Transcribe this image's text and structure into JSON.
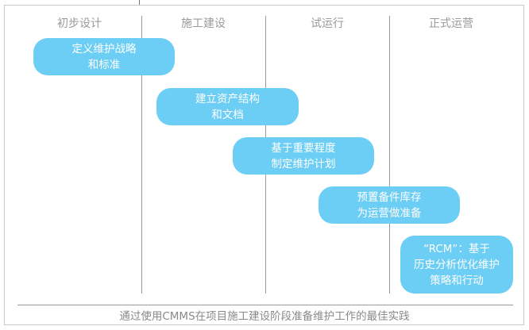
{
  "phases": [
    "初步设计",
    "施工建设",
    "试运行",
    "正式运营"
  ],
  "tasks": [
    {
      "lines": [
        "定义维护战略",
        "和标准"
      ]
    },
    {
      "lines": [
        "建立资产结构",
        "和文档"
      ]
    },
    {
      "lines": [
        "基于重要程度",
        "制定维护计划"
      ]
    },
    {
      "lines": [
        "预置备件库存",
        "为运营做准备"
      ]
    },
    {
      "lines": [
        "“RCM”：基于",
        "历史分析优化维护",
        "策略和行动"
      ]
    }
  ],
  "caption": "通过使用CMMS在项目施工建设阶段准备维护工作的最佳实践",
  "colors": {
    "box": "#6ccdf5",
    "divider": "#9a9a9a"
  }
}
